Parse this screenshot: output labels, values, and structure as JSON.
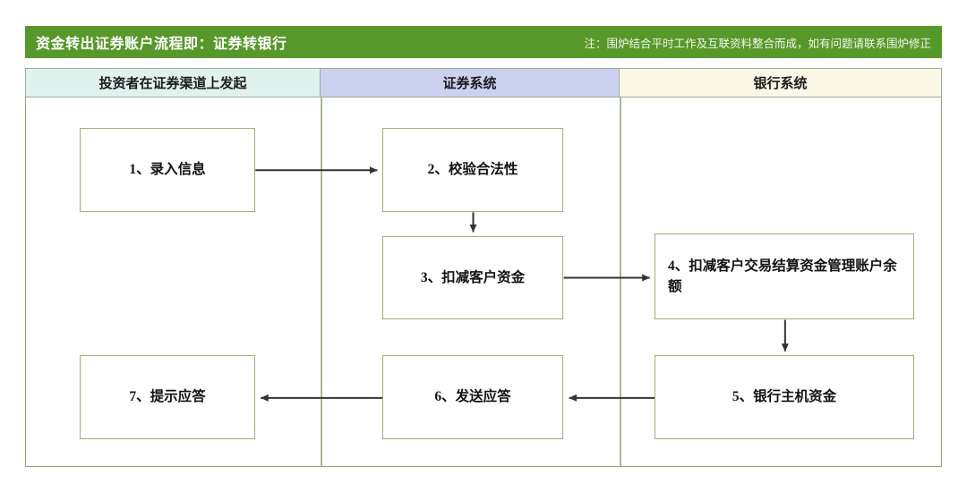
{
  "header": {
    "title": "资金转出证券账户流程即：证券转银行",
    "note": "注：围炉结合平时工作及互联资料整合而成，如有问题请联系围炉修正",
    "bar_color": "#57982a",
    "title_color": "#ffffff"
  },
  "lanes": [
    {
      "id": "investor",
      "label": "投资者在证券渠道上发起",
      "color": "#dff2ee"
    },
    {
      "id": "securities",
      "label": "证券系统",
      "color": "#ccd1f0"
    },
    {
      "id": "bank",
      "label": "银行系统",
      "color": "#fbf8e8"
    }
  ],
  "chart_data": {
    "type": "diagram",
    "title": "资金转出证券账户流程即：证券转银行",
    "lanes": [
      "投资者在证券渠道上发起",
      "证券系统",
      "银行系统"
    ],
    "nodes": [
      {
        "step": 1,
        "label": "1、录入信息",
        "lane": "投资者在证券渠道上发起"
      },
      {
        "step": 2,
        "label": "2、校验合法性",
        "lane": "证券系统"
      },
      {
        "step": 3,
        "label": "3、扣减客户资金",
        "lane": "证券系统"
      },
      {
        "step": 4,
        "label": "4、扣减客户交易结算资金管理账户余额",
        "lane": "银行系统"
      },
      {
        "step": 5,
        "label": "5、银行主机资金",
        "lane": "银行系统"
      },
      {
        "step": 6,
        "label": "6、发送应答",
        "lane": "证券系统"
      },
      {
        "step": 7,
        "label": "7、提示应答",
        "lane": "投资者在证券渠道上发起"
      }
    ],
    "edges": [
      {
        "from": 1,
        "to": 2,
        "direction": "right"
      },
      {
        "from": 2,
        "to": 3,
        "direction": "down"
      },
      {
        "from": 3,
        "to": 4,
        "direction": "right"
      },
      {
        "from": 4,
        "to": 5,
        "direction": "down"
      },
      {
        "from": 5,
        "to": 6,
        "direction": "left"
      },
      {
        "from": 6,
        "to": 7,
        "direction": "left"
      }
    ],
    "node_border_color": "#9bb07f",
    "edge_color": "#333333"
  },
  "nodes": {
    "n1": "1、录入信息",
    "n2": "2、校验合法性",
    "n3": "3、扣减客户资金",
    "n4": "4、扣减客户交易结算资金管理账户余额",
    "n5": "5、银行主机资金",
    "n6": "6、发送应答",
    "n7": "7、提示应答"
  }
}
